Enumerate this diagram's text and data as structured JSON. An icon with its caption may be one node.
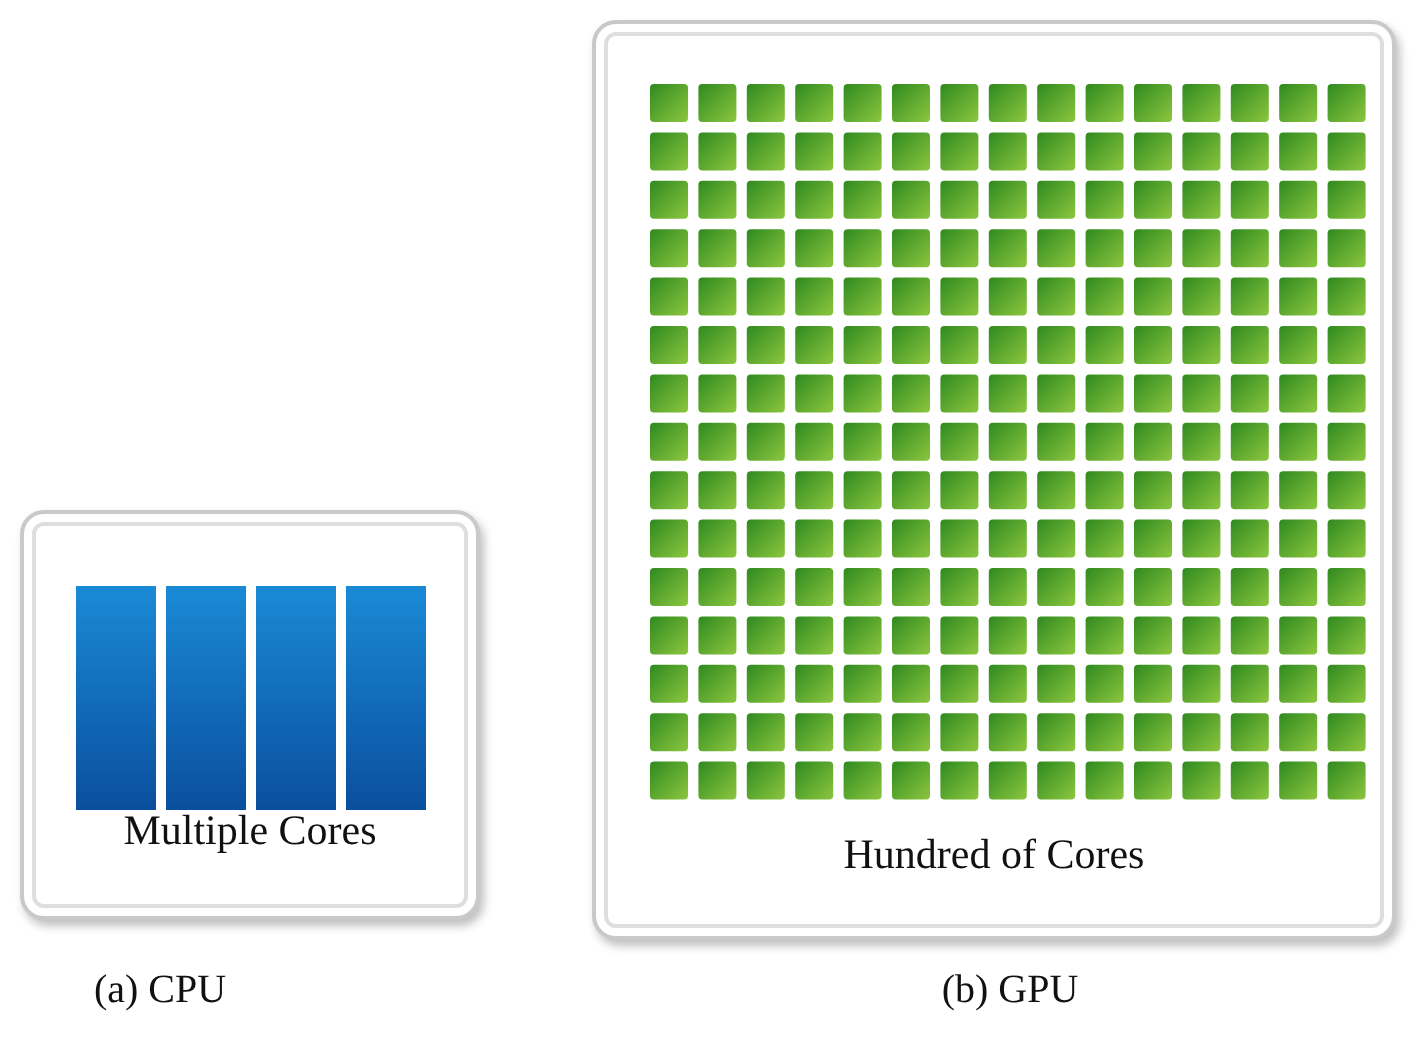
{
  "diagram": {
    "nodes": [
      {
        "text": [
          "Multiple Cores"
        ],
        "beside": [
          "(a) CPU"
        ]
      },
      {
        "text": [
          "Hundred of Cores"
        ],
        "beside": [
          "(b) GPU"
        ]
      }
    ]
  }
}
